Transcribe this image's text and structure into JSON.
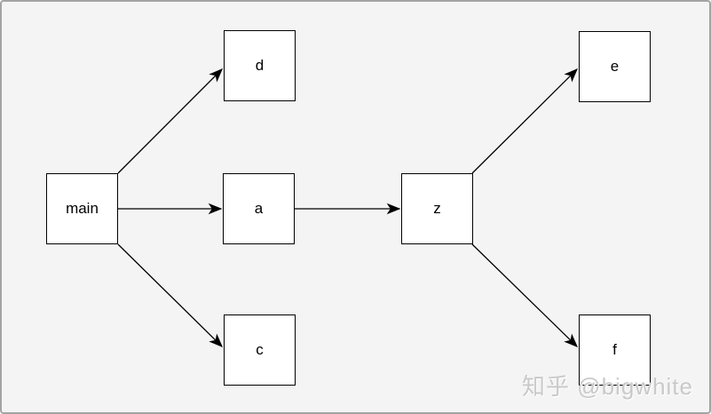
{
  "canvas": {
    "background_color": "#f4f4f4",
    "frame_color": "#a3a3a3",
    "node_fill_color": "#ffffff",
    "node_border_color": "#000000",
    "edge_color": "#000000"
  },
  "diagram": {
    "type": "directed-graph",
    "nodes": [
      {
        "id": "main",
        "label": "main"
      },
      {
        "id": "d",
        "label": "d"
      },
      {
        "id": "a",
        "label": "a"
      },
      {
        "id": "c",
        "label": "c"
      },
      {
        "id": "z",
        "label": "z"
      },
      {
        "id": "e",
        "label": "e"
      },
      {
        "id": "f",
        "label": "f"
      }
    ],
    "edges": [
      {
        "from": "main",
        "to": "d"
      },
      {
        "from": "main",
        "to": "a"
      },
      {
        "from": "main",
        "to": "c"
      },
      {
        "from": "a",
        "to": "z"
      },
      {
        "from": "z",
        "to": "e"
      },
      {
        "from": "z",
        "to": "f"
      }
    ]
  },
  "watermark": {
    "text": "知乎 @bigwhite"
  }
}
